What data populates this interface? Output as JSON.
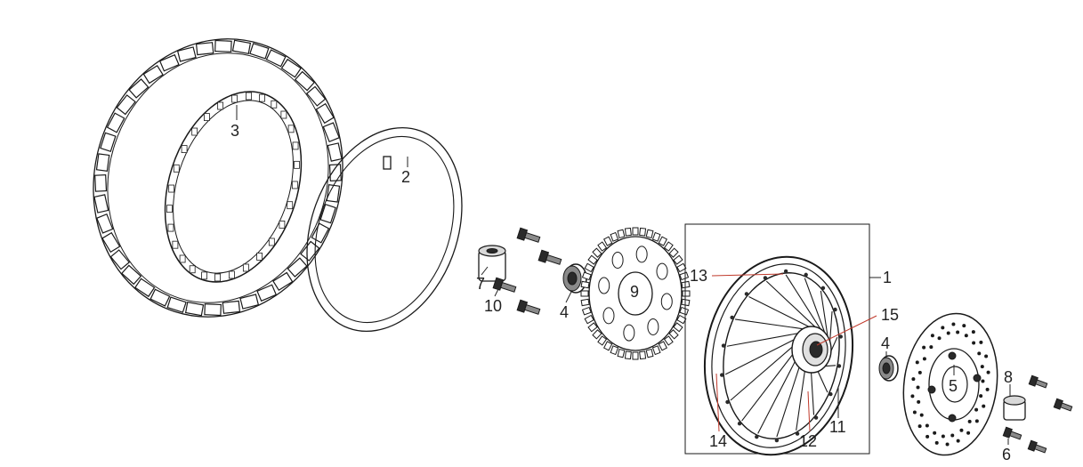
{
  "labels": {
    "l1": "1",
    "l2": "2",
    "l3": "3",
    "l4a": "4",
    "l4b": "4",
    "l5": "5",
    "l6": "6",
    "l7": "7",
    "l8": "8",
    "l9": "9",
    "l10": "10",
    "l11": "11",
    "l12": "12",
    "l13": "13",
    "l14": "14",
    "l15": "15"
  },
  "colors": {
    "ink": "#1a1a1a",
    "leader_red": "#c0392b",
    "background": "#ffffff"
  }
}
